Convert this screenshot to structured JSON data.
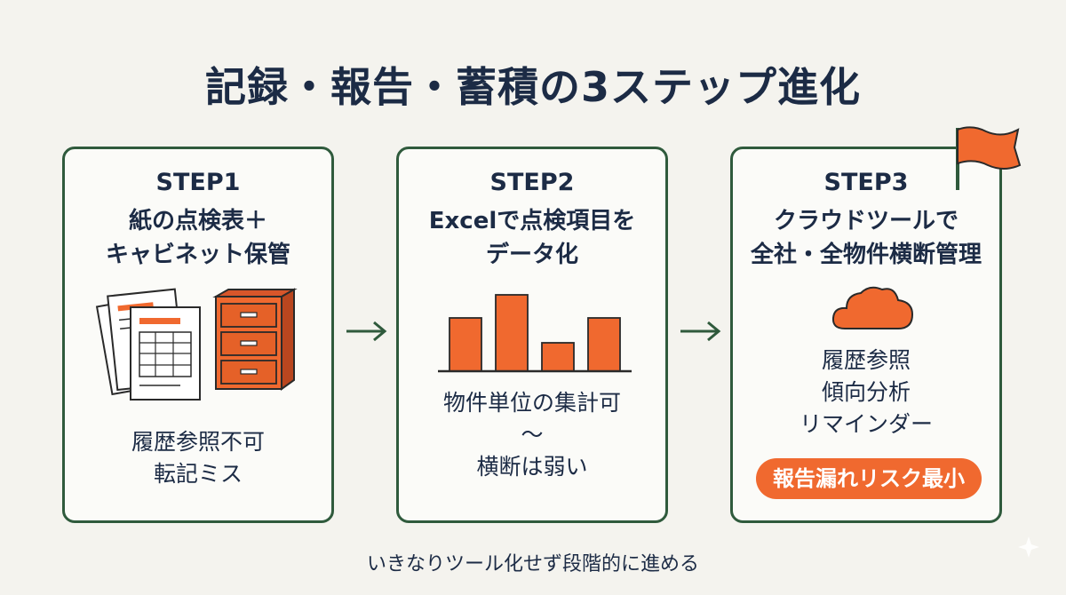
{
  "title": "記録・報告・蓄積の3ステップ進化",
  "steps": [
    {
      "label": "STEP1",
      "heading": [
        "紙の点検表＋",
        "キャビネット保管"
      ],
      "body": [
        "履歴参照不可",
        "転記ミス"
      ],
      "icons": [
        "paper-forms-icon",
        "filing-cabinet-icon"
      ]
    },
    {
      "label": "STEP2",
      "heading": [
        "Excelで点検項目を",
        "データ化"
      ],
      "body": [
        "物件単位の集計可",
        "〜",
        "横断は弱い"
      ],
      "icons": [
        "bar-chart-icon"
      ]
    },
    {
      "label": "STEP3",
      "heading": [
        "クラウドツールで",
        "全社・全物件横断管理"
      ],
      "body": [
        "履歴参照",
        "傾向分析",
        "リマインダー"
      ],
      "badge": "報告漏れリスク最小",
      "icons": [
        "cloud-icon",
        "flag-icon"
      ]
    }
  ],
  "footer": "いきなりツール化せず段階的に進める",
  "colors": {
    "accent": "#f0692f",
    "border": "#2f5a3c",
    "text": "#1c2b45",
    "background": "#f4f3ee"
  }
}
